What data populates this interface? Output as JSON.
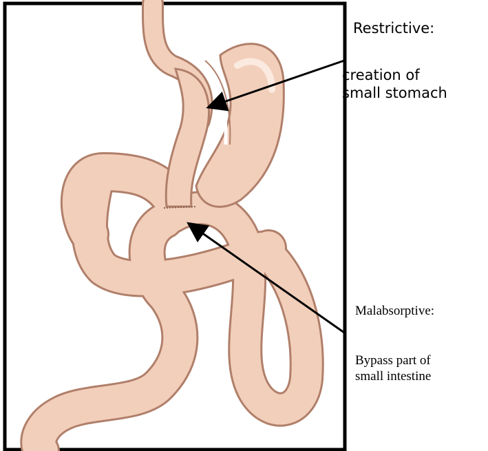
{
  "restrictive": {
    "title": "Restrictive:",
    "line1": "creation of",
    "line2": "small stomach"
  },
  "malabsorptive": {
    "title": "Malabsorptive:",
    "line1": "Bypass part of",
    "line2": "small intestine"
  },
  "colors": {
    "frame": "#000000",
    "intestine_fill": "#f2cfbb",
    "intestine_outline": "#b07f6a",
    "highlight": "#fbeadf",
    "arrow": "#000000"
  }
}
